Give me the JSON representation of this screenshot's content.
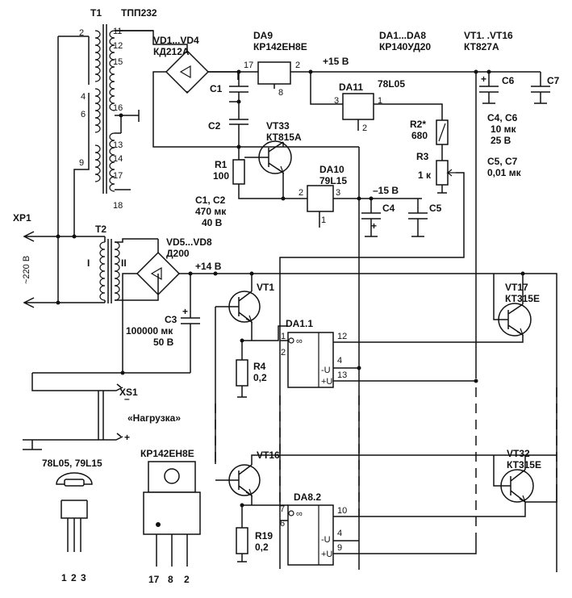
{
  "t1": {
    "name": "T1",
    "type": "ТПП232",
    "pins": [
      "2",
      "11",
      "12",
      "15",
      "4",
      "6",
      "9",
      "16",
      "13",
      "14",
      "17",
      "18"
    ]
  },
  "bridge1": {
    "name": "VD1...VD4",
    "type": "КД212А"
  },
  "da9": {
    "name": "DA9",
    "type": "КР142ЕН8Е",
    "pin_in": "17",
    "pin_out": "2",
    "pin_gnd": "8"
  },
  "da1_8": {
    "name": "DA1...DA8",
    "type": "КР140УД20"
  },
  "vt1_16": {
    "name": "VT1. .VT16",
    "type": "КТ827А"
  },
  "plus15": "+15 В",
  "da11": {
    "name": "DA11",
    "type": "78L05",
    "pin3": "3",
    "pin1": "1",
    "pin2": "2"
  },
  "c1": "C1",
  "c2": "C2",
  "c6": "C6",
  "c7": "C7",
  "c46note": [
    "C4, C6",
    "10 мк",
    "25 В"
  ],
  "c57note": [
    "C5, C7",
    "0,01 мк"
  ],
  "vt33": {
    "name": "VT33",
    "type": "КТ815А"
  },
  "r2": {
    "name": "R2*",
    "value": "680"
  },
  "r1": {
    "name": "R1",
    "value": "100"
  },
  "da10": {
    "name": "DA10",
    "type": "79L15",
    "pin2": "2",
    "pin3": "3",
    "pin1": "1"
  },
  "r3": {
    "name": "R3",
    "value": "1 к"
  },
  "c12note": [
    "C1, C2",
    "470 мк",
    "40 В"
  ],
  "minus15": "–15 В",
  "c4": "C4",
  "c5": "C5",
  "xp1": "XP1",
  "t2": {
    "name": "T2",
    "w1": "I",
    "w2": "II"
  },
  "mains": "~220 В",
  "bridge2": {
    "name": "VD5...VD8",
    "type": "Д200"
  },
  "plus14": "+14 В",
  "c3": {
    "name": "C3",
    "value": "100000 мк",
    "voltage": "50 В"
  },
  "vt1": "VT1",
  "vt17": {
    "name": "VT17",
    "type": "КТ315Е"
  },
  "da1_1": {
    "name": "DA1.1",
    "pins": [
      "1",
      "2",
      "12",
      "4",
      "13"
    ],
    "minus": "-U",
    "plus": "+U",
    "inf": "∞"
  },
  "r4": {
    "name": "R4",
    "value": "0,2"
  },
  "xs1": "XS1",
  "load": "«Нагрузка»",
  "pkg1": {
    "title": "78L05, 79L15",
    "pins": [
      "1",
      "2",
      "3"
    ]
  },
  "pkg2": {
    "title": "КР142ЕН8Е",
    "pins": [
      "17",
      "8",
      "2"
    ]
  },
  "vt16": "VT16",
  "vt32": {
    "name": "VT32",
    "type": "КТ315Е"
  },
  "da8_2": {
    "name": "DA8.2",
    "pins": [
      "7",
      "6",
      "10",
      "4",
      "9"
    ],
    "minus": "-U",
    "plus": "+U",
    "inf": "∞"
  },
  "r19": {
    "name": "R19",
    "value": "0,2"
  },
  "sign_minus": "–",
  "sign_plus": "+"
}
